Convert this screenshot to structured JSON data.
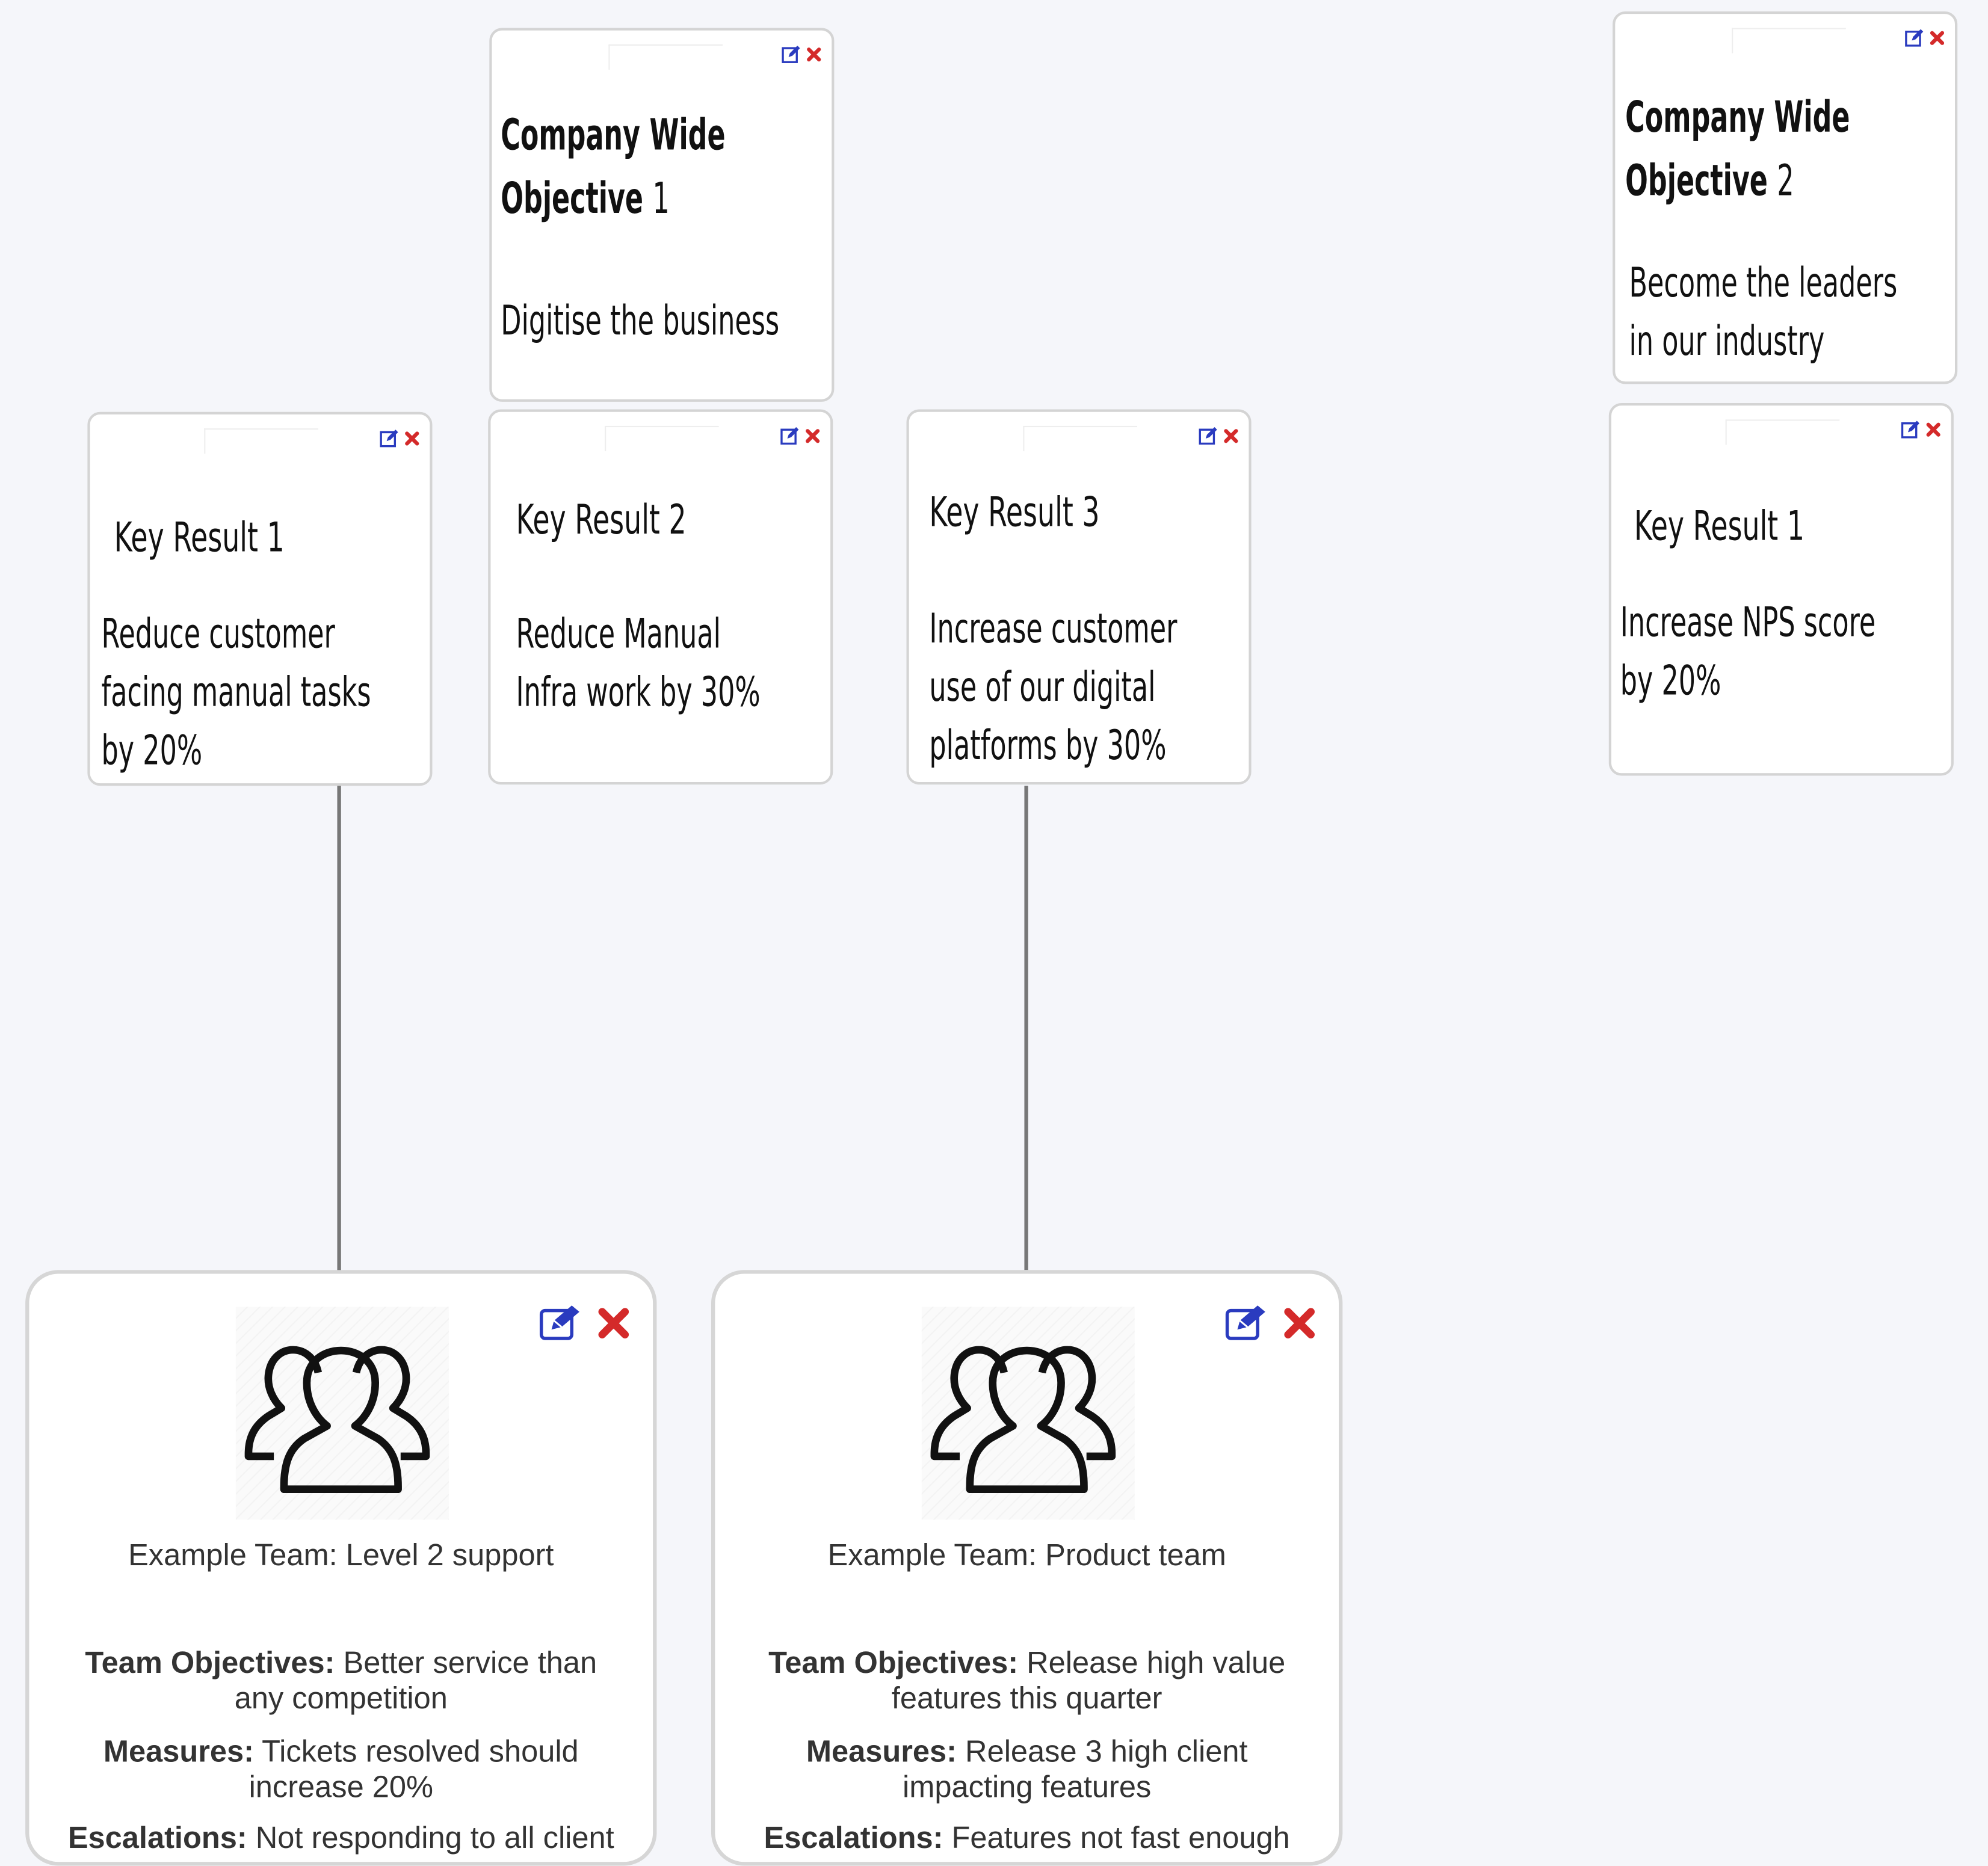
{
  "objectives": [
    {
      "title": "Company Wide Objective 1",
      "title_line1": "Company Wide",
      "title_line2_bold": "Objective",
      "title_line2_num": "1",
      "text": "Digitise the business"
    },
    {
      "title": "Company Wide Objective 2",
      "title_line1": "Company Wide",
      "title_line2_bold": "Objective",
      "title_line2_num": "2",
      "text_line1": "Become the leaders",
      "text_line2": "in our industry"
    }
  ],
  "key_results": [
    {
      "title": "Key Result 1",
      "lines": [
        "Reduce customer",
        "facing manual tasks",
        "by 20%"
      ]
    },
    {
      "title": "Key Result 2",
      "lines": [
        "Reduce Manual",
        "Infra work by 30%"
      ]
    },
    {
      "title": "Key Result 3",
      "lines": [
        "Increase customer",
        "use of our digital",
        "platforms by 30%"
      ]
    },
    {
      "title": "Key Result 1",
      "lines": [
        "Increase NPS score",
        "by 20%"
      ]
    }
  ],
  "teams": [
    {
      "name": "Example Team: Level 2 support",
      "objectives_label": "Team Objectives:",
      "objectives_line1": "Better service than",
      "objectives_line2": "any competition",
      "measures_label": "Measures:",
      "measures_line1": "Tickets resolved should",
      "measures_line2": "increase 20%",
      "escalations_label": "Escalations:",
      "escalations_text": "Not responding to all client"
    },
    {
      "name": "Example Team: Product team",
      "objectives_label": "Team Objectives:",
      "objectives_line1": "Release high value",
      "objectives_line2": "features this quarter",
      "measures_label": "Measures:",
      "measures_line1": "Release 3 high client",
      "measures_line2": "impacting features",
      "escalations_label": "Escalations:",
      "escalations_text": "Features not fast enough"
    }
  ],
  "icons": {
    "edit": "edit-icon",
    "close": "close-icon",
    "team": "team-icon"
  },
  "colors": {
    "edit_icon": "#2a3bbf",
    "close_icon": "#d42a2a",
    "connector": "#777777",
    "background": "#f5f6fa"
  }
}
